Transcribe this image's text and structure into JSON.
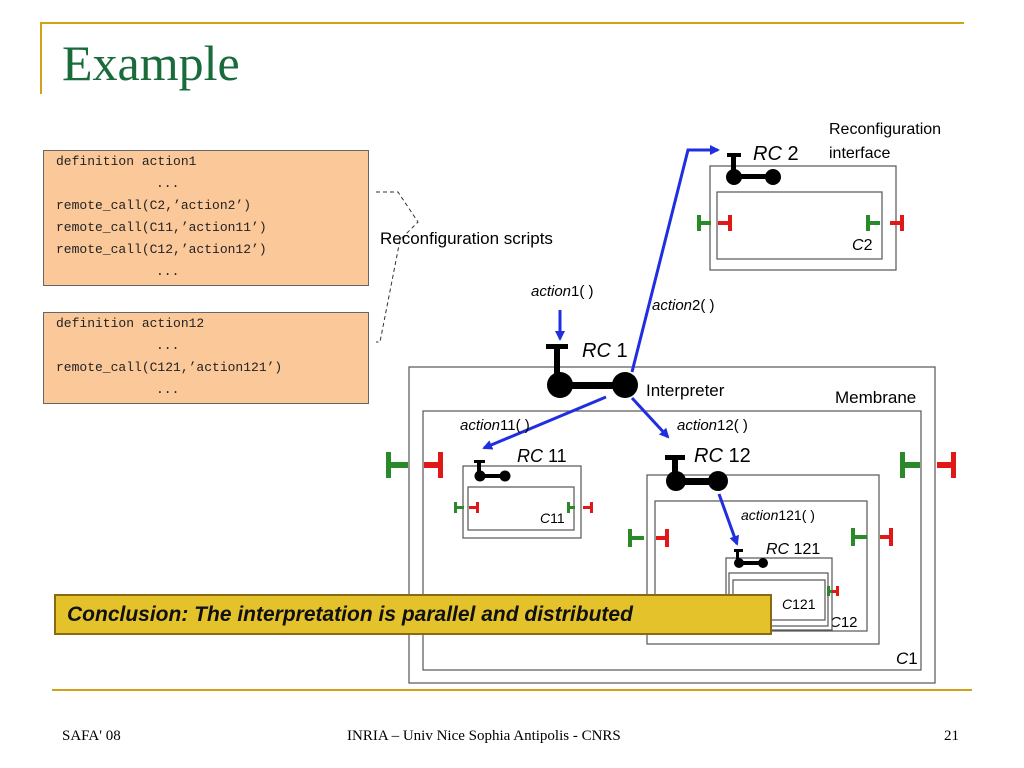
{
  "slide": {
    "title": "Example",
    "footer_left": "SAFA' 08",
    "footer_center": "INRIA – Univ Nice Sophia Antipolis - CNRS",
    "footer_right": "21"
  },
  "scripts": {
    "box1": {
      "lines": [
        "definition action1",
        "...",
        "remote_call(C2,’action2’)",
        "remote_call(C11,’action11’)",
        "remote_call(C12,’action12’)",
        "..."
      ]
    },
    "box2": {
      "lines": [
        "definition action12",
        "...",
        "remote_call(C121,’action121’)",
        "..."
      ]
    },
    "label": "Reconfiguration scripts"
  },
  "diagram": {
    "reconfig_interface_line1": "Reconfiguration",
    "reconfig_interface_line2": "interface",
    "rc2": {
      "it": "RC",
      "rest": " 2"
    },
    "c2": {
      "it": "C",
      "rest": "2"
    },
    "action1": {
      "it": "action",
      "rest": "1( )"
    },
    "action2": {
      "it": "action",
      "rest": "2( )"
    },
    "rc1": {
      "it": "RC",
      "rest": " 1"
    },
    "interpreter": "Interpreter",
    "membrane": "Membrane",
    "action11": {
      "it": "action",
      "rest": "11( )"
    },
    "action12": {
      "it": "action",
      "rest": "12( )"
    },
    "rc11": {
      "it": "RC",
      "rest": " 11"
    },
    "rc12": {
      "it": "RC",
      "rest": " 12"
    },
    "c11": {
      "it": "C",
      "rest": "11"
    },
    "action121": {
      "it": "action",
      "rest": "121( )"
    },
    "rc121": {
      "it": "RC",
      "rest": " 121"
    },
    "c121": {
      "it": "C",
      "rest": "121"
    },
    "c12": {
      "it": "C",
      "rest": "12"
    },
    "c1": {
      "it": "C",
      "rest": "1"
    }
  },
  "conclusion": "Conclusion:  The interpretation is parallel and distributed",
  "colors": {
    "title": "#1a6b3c",
    "rule": "#d4a017",
    "code_bg": "#fbc89a",
    "conclusion_bg": "#e3c22b",
    "arrow": "#1f2fe0",
    "server_interface": "#2a8a2a",
    "client_interface": "#e01818"
  }
}
